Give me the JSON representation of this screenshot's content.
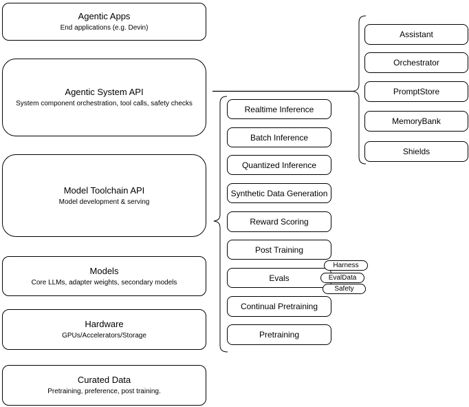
{
  "stack": {
    "items": [
      {
        "title": "Agentic Apps",
        "subtitle": "End applications (e.g. Devin)"
      },
      {
        "title": "Agentic System API",
        "subtitle": "System component orchestration, tool calls, safety checks"
      },
      {
        "title": "Model Toolchain API",
        "subtitle": "Model development & serving"
      },
      {
        "title": "Models",
        "subtitle": "Core LLMs, adapter weights, secondary models"
      },
      {
        "title": "Hardware",
        "subtitle": "GPUs/Accelerators/Storage"
      },
      {
        "title": "Curated Data",
        "subtitle": "Pretraining, preference, post training."
      }
    ]
  },
  "toolchain": {
    "items": [
      "Realtime Inference",
      "Batch Inference",
      "Quantized Inference",
      "Synthetic Data Generation",
      "Reward Scoring",
      "Post Training",
      "Evals",
      "Continual Pretraining",
      "Pretraining"
    ],
    "eval_tags": [
      "Harness",
      "EvalData",
      "Safety"
    ]
  },
  "components": {
    "items": [
      "Assistant",
      "Orchestrator",
      "PromptStore",
      "MemoryBank",
      "Shields"
    ]
  },
  "colors": {
    "stroke": "#000000",
    "fill": "#ffffff",
    "background": "#ffffff"
  }
}
